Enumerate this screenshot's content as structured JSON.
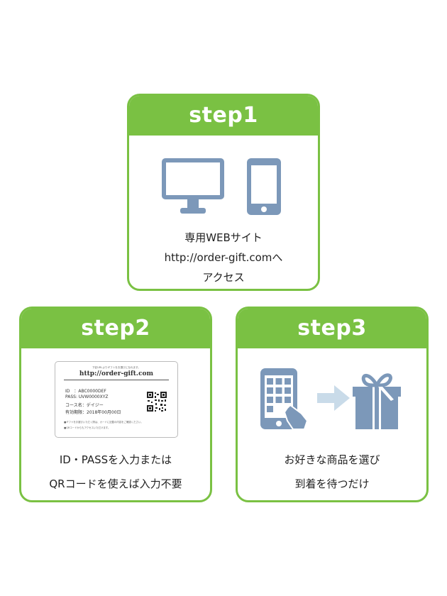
{
  "colors": {
    "accent": "#7ac143",
    "icon": "#7c98b9",
    "arrow": "#c9dbe9"
  },
  "steps": [
    {
      "title": "step1",
      "icons": [
        "desktop-monitor-icon",
        "smartphone-icon"
      ],
      "lines": [
        "専用WEBサイト",
        "http://order-gift.comへ",
        "アクセス"
      ]
    },
    {
      "title": "step2",
      "card": {
        "top_text": "下記URLよりギフトをお選びになれます。",
        "url": "http://order-gift.com",
        "id_line": "ID　：ABC0000DEF",
        "pass_line": "PASS: UVW0000XYZ",
        "course_line": "コース名：デイジー",
        "expiry_line": "有効期限：2018年00月00日",
        "note_1": "■ギフトをお選びいただく際は、カードに記載の内容をご確認ください。",
        "note_2": "■QRコードからもアクセスいただけます。"
      },
      "lines": [
        "ID・PASSを入力または",
        "QRコードを使えば入力不要"
      ]
    },
    {
      "title": "step3",
      "icons": [
        "smartphone-tap-icon",
        "arrow-right-icon",
        "gift-box-icon"
      ],
      "lines": [
        "お好きな商品を選び",
        "到着を待つだけ"
      ]
    }
  ]
}
